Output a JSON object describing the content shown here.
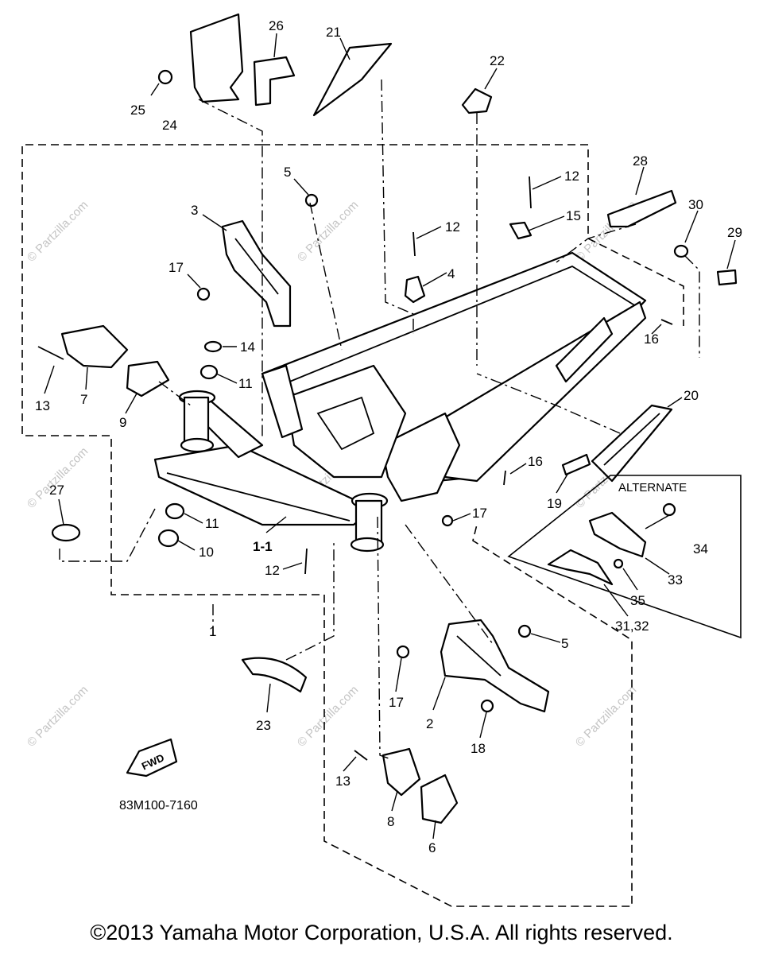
{
  "diagram": {
    "code": "83M100-7160",
    "alternate_label": "ALTERNATE",
    "fwd_label": "FWD",
    "copyright": "©2013  Yamaha Motor Corporation, U.S.A. All rights reserved.",
    "watermark": "© Partzilla.com",
    "callouts": [
      {
        "id": "c1",
        "text": "1"
      },
      {
        "id": "c1-1",
        "text": "1-1"
      },
      {
        "id": "c2",
        "text": "2"
      },
      {
        "id": "c3",
        "text": "3"
      },
      {
        "id": "c4",
        "text": "4"
      },
      {
        "id": "c5a",
        "text": "5"
      },
      {
        "id": "c5b",
        "text": "5"
      },
      {
        "id": "c6",
        "text": "6"
      },
      {
        "id": "c7",
        "text": "7"
      },
      {
        "id": "c8",
        "text": "8"
      },
      {
        "id": "c9",
        "text": "9"
      },
      {
        "id": "c10",
        "text": "10"
      },
      {
        "id": "c11a",
        "text": "11"
      },
      {
        "id": "c11b",
        "text": "11"
      },
      {
        "id": "c12a",
        "text": "12"
      },
      {
        "id": "c12b",
        "text": "12"
      },
      {
        "id": "c12c",
        "text": "12"
      },
      {
        "id": "c13a",
        "text": "13"
      },
      {
        "id": "c13b",
        "text": "13"
      },
      {
        "id": "c14",
        "text": "14"
      },
      {
        "id": "c15",
        "text": "15"
      },
      {
        "id": "c16a",
        "text": "16"
      },
      {
        "id": "c16b",
        "text": "16"
      },
      {
        "id": "c17a",
        "text": "17"
      },
      {
        "id": "c17b",
        "text": "17"
      },
      {
        "id": "c17c",
        "text": "17"
      },
      {
        "id": "c18",
        "text": "18"
      },
      {
        "id": "c19",
        "text": "19"
      },
      {
        "id": "c20",
        "text": "20"
      },
      {
        "id": "c21",
        "text": "21"
      },
      {
        "id": "c22",
        "text": "22"
      },
      {
        "id": "c23",
        "text": "23"
      },
      {
        "id": "c24",
        "text": "24"
      },
      {
        "id": "c25",
        "text": "25"
      },
      {
        "id": "c26",
        "text": "26"
      },
      {
        "id": "c27",
        "text": "27"
      },
      {
        "id": "c28",
        "text": "28"
      },
      {
        "id": "c29",
        "text": "29"
      },
      {
        "id": "c30",
        "text": "30"
      },
      {
        "id": "c31-32",
        "text": "31,32"
      },
      {
        "id": "c33",
        "text": "33"
      },
      {
        "id": "c34",
        "text": "34"
      },
      {
        "id": "c35",
        "text": "35"
      }
    ]
  }
}
